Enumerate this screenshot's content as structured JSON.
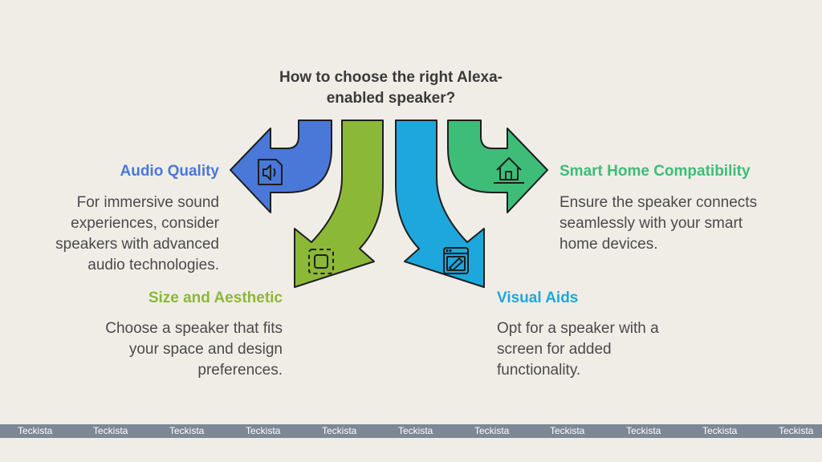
{
  "title": {
    "line1": "How to choose the right Alexa-",
    "line2": "enabled speaker?"
  },
  "items": [
    {
      "heading": "Audio Quality",
      "color": "#4a78d8",
      "lines": [
        "For immersive sound",
        "experiences, consider",
        "speakers with advanced",
        "audio technologies."
      ],
      "icon": "speaker-icon"
    },
    {
      "heading": "Size and Aesthetic",
      "color": "#8cb838",
      "lines": [
        "Choose a speaker that fits",
        "your space and design",
        "preferences."
      ],
      "icon": "frame-icon"
    },
    {
      "heading": "Visual Aids",
      "color": "#1ea7dc",
      "lines": [
        "Opt for a speaker with a",
        "screen for added",
        "functionality."
      ],
      "icon": "screen-icon"
    },
    {
      "heading": "Smart Home Compatibility",
      "color": "#3dbd78",
      "lines": [
        "Ensure the speaker connects",
        "seamlessly with your smart",
        "home devices."
      ],
      "icon": "house-icon"
    }
  ],
  "watermark": "Teckista"
}
